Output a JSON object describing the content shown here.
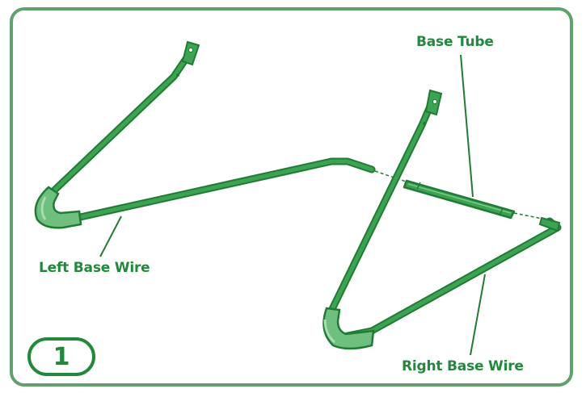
{
  "panel": {
    "border_color": "#5fa36b"
  },
  "labels": {
    "base_tube": "Base Tube",
    "left_base_wire": "Left Base Wire",
    "right_base_wire": "Right Base Wire"
  },
  "step": {
    "number": "1"
  },
  "colors": {
    "wire_dark": "#1f7d33",
    "wire_fill": "#3aa451",
    "wire_highlight": "#7cc98a",
    "label_text": "#1f8a3a"
  }
}
